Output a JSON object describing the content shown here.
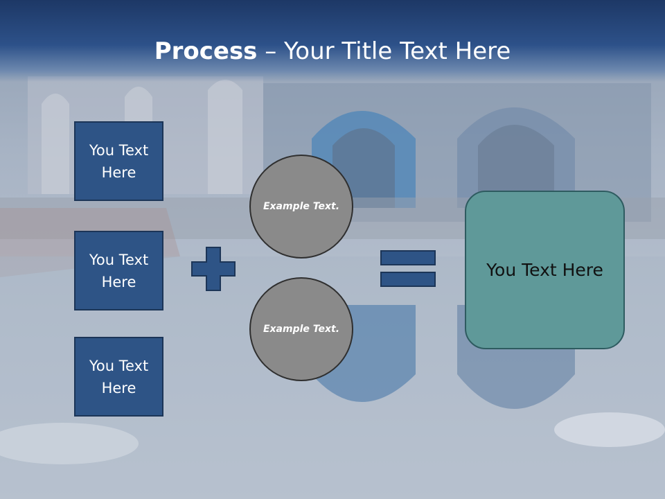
{
  "slide": {
    "title_bold": "Process",
    "title_rest": " – Your Title Text Here"
  },
  "left_boxes": [
    {
      "label": "You Text Here"
    },
    {
      "label": "You Text Here"
    },
    {
      "label": "You Text Here"
    }
  ],
  "circles": [
    {
      "label": "Example Text."
    },
    {
      "label": "Example Text."
    }
  ],
  "result": {
    "label": "You Text Here"
  },
  "operators": {
    "plus": "plus-icon",
    "equals": "equals-icon"
  },
  "colors": {
    "header": "#2d5189",
    "box_fill": "#2e5486",
    "circle_fill": "#8a8a8a",
    "result_fill": "#5f9999",
    "operator_fill": "#2e5486"
  }
}
